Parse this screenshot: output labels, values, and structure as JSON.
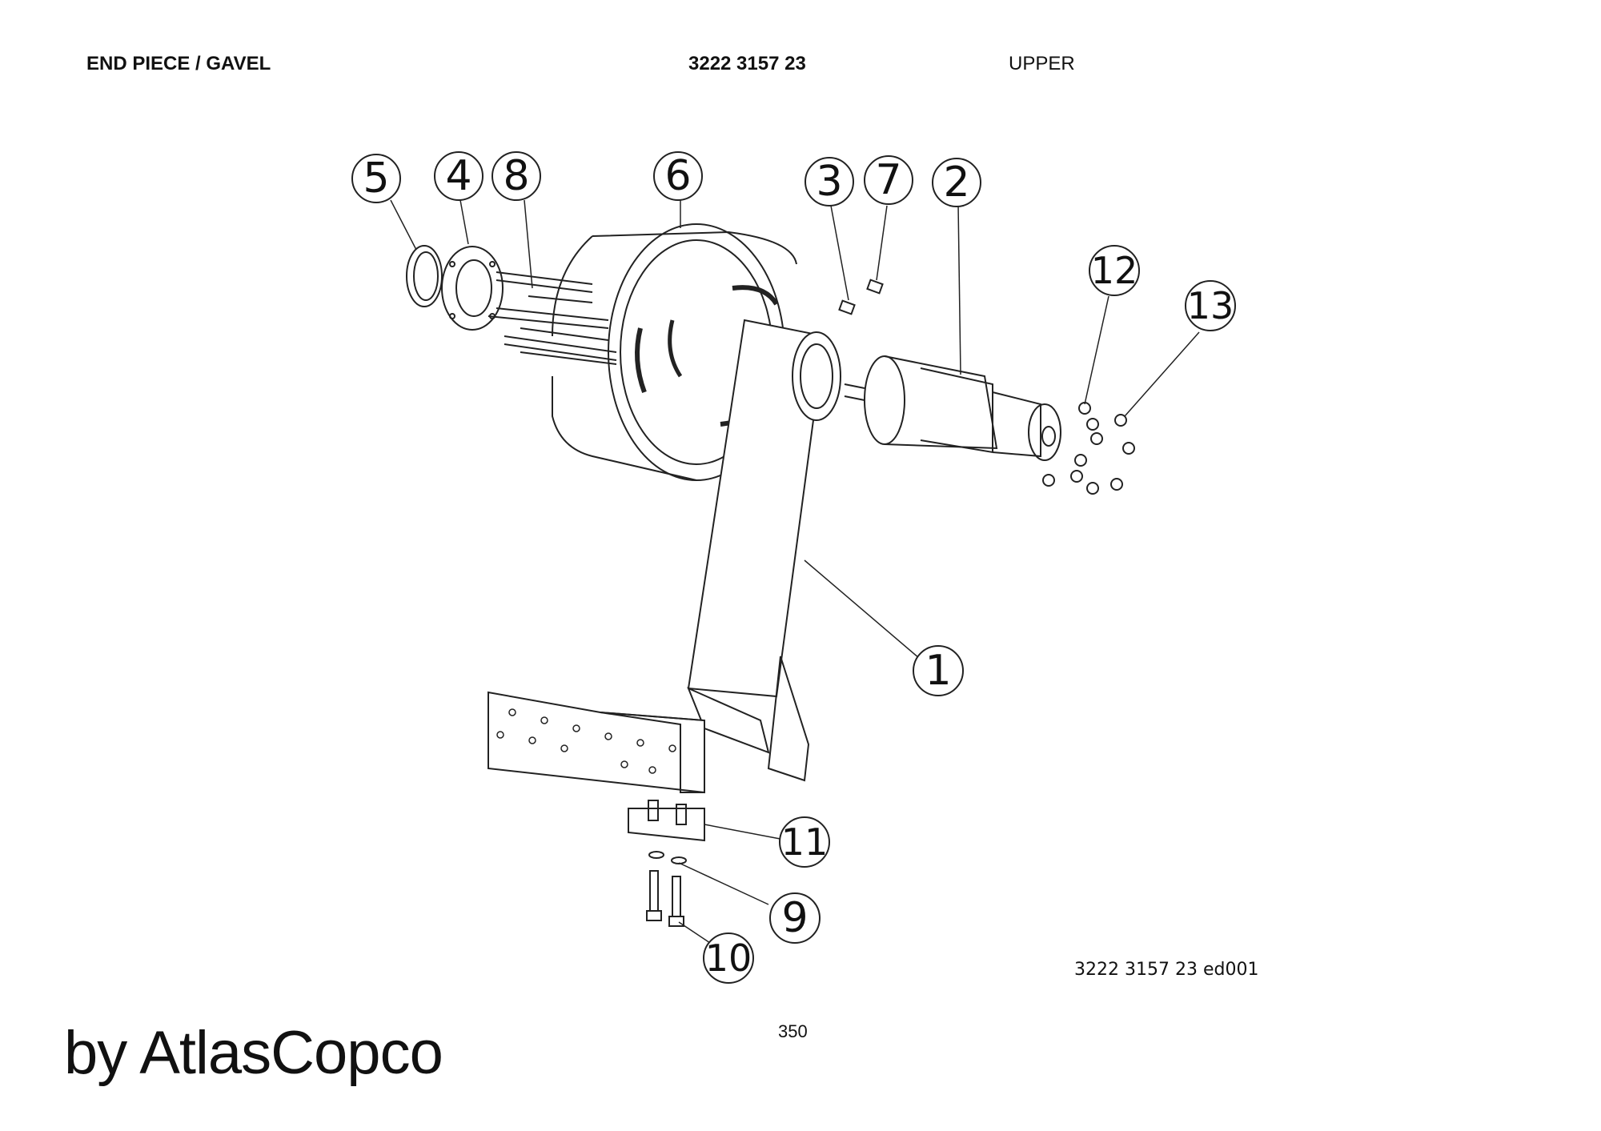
{
  "header": {
    "title": "END PIECE / GAVEL",
    "part_number": "3222 3157 23",
    "position": "UPPER"
  },
  "drawing_ref": "3222 3157 23 ed001",
  "page_number": "350",
  "brand": "by AtlasCopco",
  "callouts": [
    {
      "id": "callout-5",
      "label": "5"
    },
    {
      "id": "callout-4",
      "label": "4"
    },
    {
      "id": "callout-8",
      "label": "8"
    },
    {
      "id": "callout-6",
      "label": "6"
    },
    {
      "id": "callout-3",
      "label": "3"
    },
    {
      "id": "callout-7",
      "label": "7"
    },
    {
      "id": "callout-2",
      "label": "2"
    },
    {
      "id": "callout-12",
      "label": "12"
    },
    {
      "id": "callout-13",
      "label": "13"
    },
    {
      "id": "callout-1",
      "label": "1"
    },
    {
      "id": "callout-11",
      "label": "11"
    },
    {
      "id": "callout-9",
      "label": "9"
    },
    {
      "id": "callout-10",
      "label": "10"
    }
  ]
}
